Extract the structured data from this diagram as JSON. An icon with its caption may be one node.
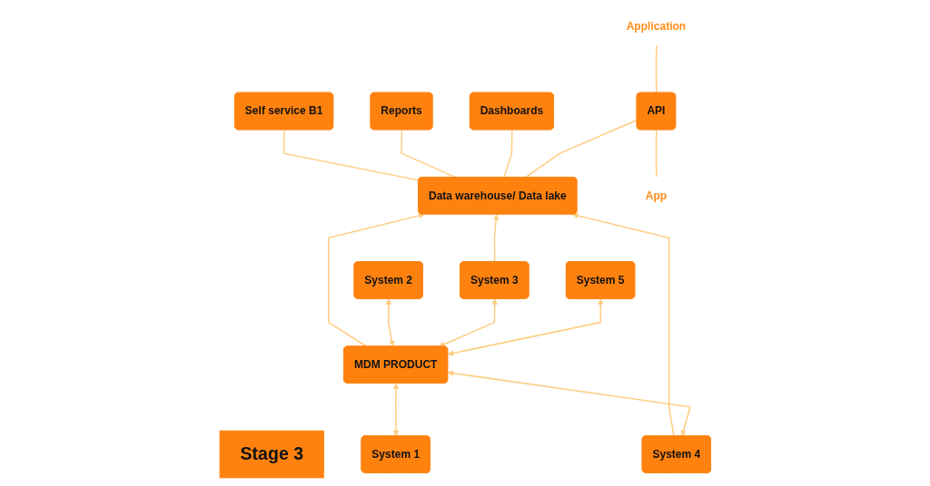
{
  "diagram": {
    "nodes": [
      {
        "text": [
          "Stage 3"
        ]
      },
      {
        "text": [
          "Self service B1"
        ]
      },
      {
        "text": [
          "Reports"
        ]
      },
      {
        "text": [
          "Dashboards"
        ]
      },
      {
        "text": [
          "Application"
        ]
      },
      {
        "text": [
          "API"
        ]
      },
      {
        "text": [
          "Data warehouse/ Data lake"
        ]
      },
      {
        "text": [
          "App"
        ]
      },
      {
        "text": [
          "System 2"
        ]
      },
      {
        "text": [
          "System 1"
        ]
      },
      {
        "text": [
          "System 3"
        ]
      },
      {
        "text": [
          "MDM PRODUCT"
        ]
      },
      {
        "text": [
          "System 4"
        ]
      },
      {
        "text": [
          "System 5"
        ]
      }
    ],
    "edges": [
      {
        "from": 1,
        "to": 6,
        "arrow": "none"
      },
      {
        "from": 2,
        "to": 6,
        "arrow": "none"
      },
      {
        "from": 3,
        "to": 6,
        "arrow": "none"
      },
      {
        "from": 4,
        "to": 5,
        "arrow": "none"
      },
      {
        "from": 5,
        "to": 6,
        "arrow": "none"
      },
      {
        "from": 5,
        "to": 7,
        "arrow": "none"
      },
      {
        "from": 12,
        "to": 6,
        "arrow": "to"
      },
      {
        "from": 11,
        "to": 6,
        "arrow": "to"
      },
      {
        "from": 10,
        "to": 6,
        "arrow": "to"
      },
      {
        "from": 9,
        "to": 11,
        "arrow": "both"
      },
      {
        "from": 11,
        "to": 8,
        "arrow": "both"
      },
      {
        "from": 11,
        "to": 10,
        "arrow": "both"
      },
      {
        "from": 12,
        "to": 11,
        "arrow": "both"
      },
      {
        "from": 11,
        "to": 13,
        "arrow": "both"
      }
    ]
  }
}
